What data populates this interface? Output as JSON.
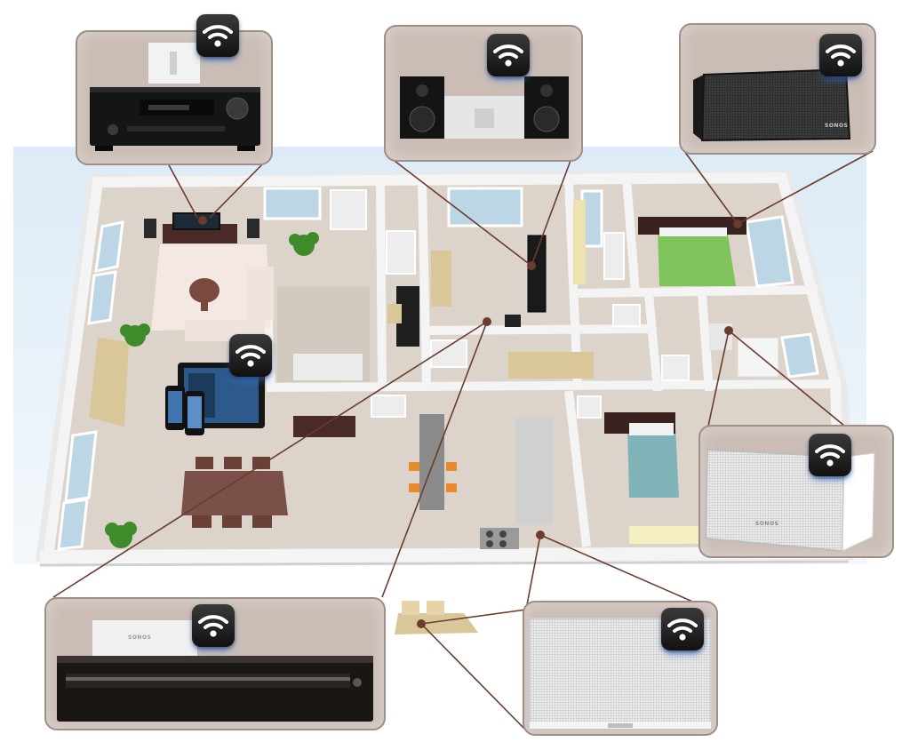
{
  "image": {
    "caption": "",
    "device_badge_icon": "wifi-icon"
  },
  "floorplan": {
    "colors": {
      "floor": "#dcd4ca",
      "wall": "#f2f2f2",
      "rug": "#f3e9e2",
      "furniture_dark": "#4a2a26",
      "bed_green": "#7fc45a",
      "bed_blue": "#7fb3b8",
      "sky": "#eaf3fa",
      "connector_line": "#6b3b2e",
      "wifi_blue": "#3d7bd9"
    }
  },
  "devices": [
    {
      "id": "av-receiver",
      "icon": "av-receiver-icon",
      "badge": "wifi-icon"
    },
    {
      "id": "bookshelf-speakers",
      "icon": "speaker-pair-icon",
      "badge": "wifi-icon"
    },
    {
      "id": "compact-speaker-black",
      "icon": "speaker-icon",
      "badge": "wifi-icon",
      "logo_text": "SONOS"
    },
    {
      "id": "compact-speaker-white",
      "icon": "speaker-icon",
      "badge": "wifi-icon",
      "logo_text": "SONOS"
    },
    {
      "id": "large-speaker-white",
      "icon": "speaker-icon",
      "badge": "wifi-icon"
    },
    {
      "id": "amplifier",
      "icon": "amplifier-icon",
      "badge": "wifi-icon",
      "logo_text": "SONOS"
    },
    {
      "id": "controller-devices",
      "icon": "tablet-phone-icon",
      "badge": "wifi-icon"
    }
  ]
}
